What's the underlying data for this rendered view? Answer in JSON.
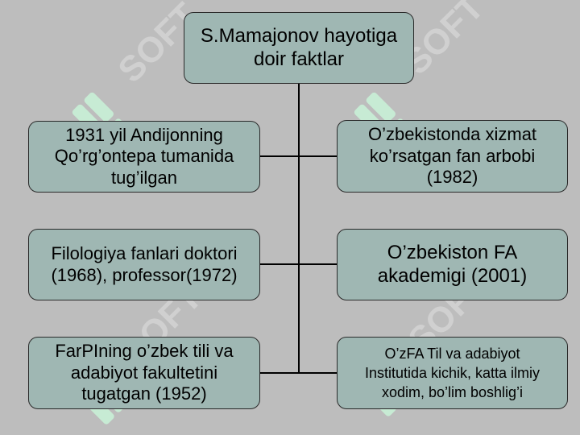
{
  "root": {
    "text": "S.Mamajonov hayotiga\ndoir faktlar"
  },
  "left": [
    {
      "text": "1931 yil Andijonning\nQo’rg’ontepa tumanida\ntug’ilgan"
    },
    {
      "text": "Filologiya fanlari doktori\n(1968), professor(1972)"
    },
    {
      "text": "FarPIning o’zbek tili va\nadabiyot fakultetini\ntugatgan (1952)"
    }
  ],
  "right": [
    {
      "text": "O’zbekistonda xizmat\nko’rsatgan fan arbobi\n(1982)"
    },
    {
      "text": "O’zbekiston FA\nakademigi (2001)"
    },
    {
      "text": "O’zFA Til va adabiyot\nInstitutida kichik, katta ilmiy\nxodim, bo’lim boshlig’i"
    }
  ],
  "colors": {
    "background": "#bdbdbd",
    "box_fill": "#9fb7b3",
    "line": "#000000",
    "watermark": "#c8f0d8"
  }
}
